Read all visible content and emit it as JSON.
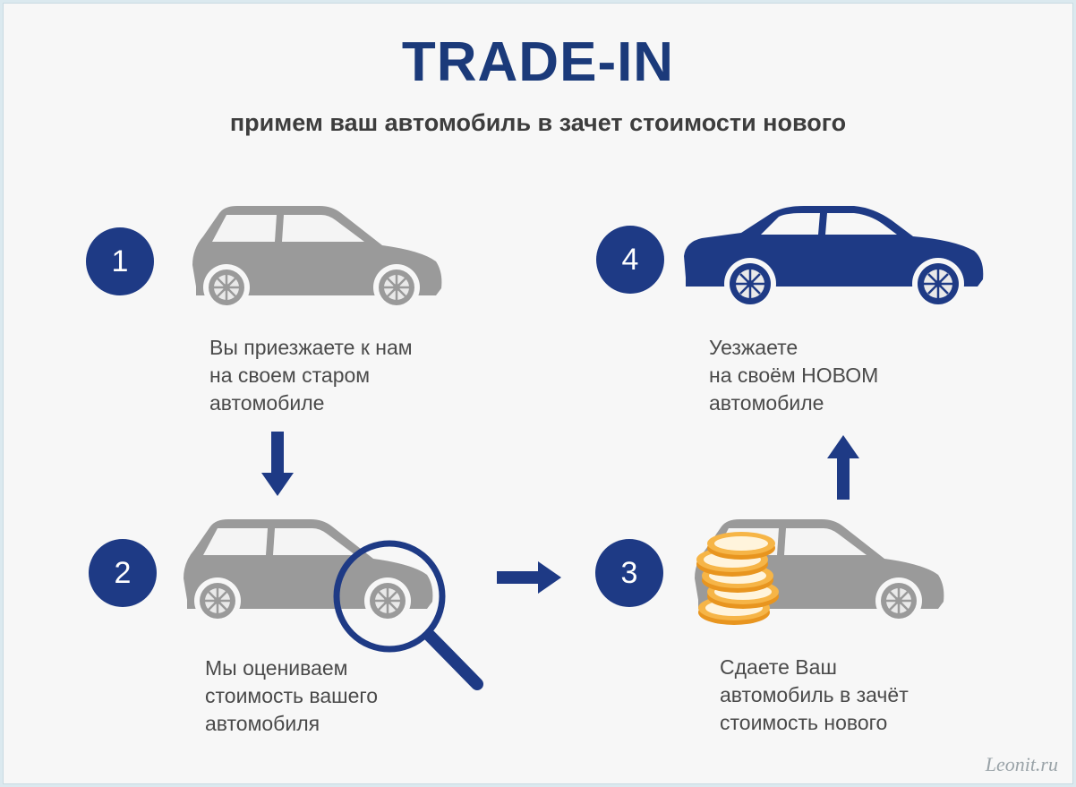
{
  "header": {
    "title": "TRADE-IN",
    "subtitle": "примем ваш автомобиль в зачет стоимости нового"
  },
  "steps": [
    {
      "number": "1",
      "lines": [
        "Вы приезжаете к нам",
        "на своем старом",
        "автомобиле"
      ]
    },
    {
      "number": "2",
      "lines": [
        "Мы оцениваем",
        "стоимость вашего",
        "автомобиля"
      ]
    },
    {
      "number": "3",
      "lines": [
        "Сдаете Ваш",
        "автомобиль в зачёт",
        "стоимость нового"
      ]
    },
    {
      "number": "4",
      "lines": [
        "Уезжаете",
        "на своём НОВОМ",
        "автомобиле"
      ]
    }
  ],
  "watermark": "Leonit.ru",
  "colors": {
    "brand_blue": "#1e3a85",
    "old_car_gray": "#9a9a9a",
    "coin_gold": "#f0a830",
    "text_gray": "#4a4a4a"
  },
  "icons": {
    "old_car": "hatchback-car-icon",
    "new_car": "sedan-car-icon",
    "magnifier": "magnifying-glass-icon",
    "coins": "coin-stack-icon"
  }
}
